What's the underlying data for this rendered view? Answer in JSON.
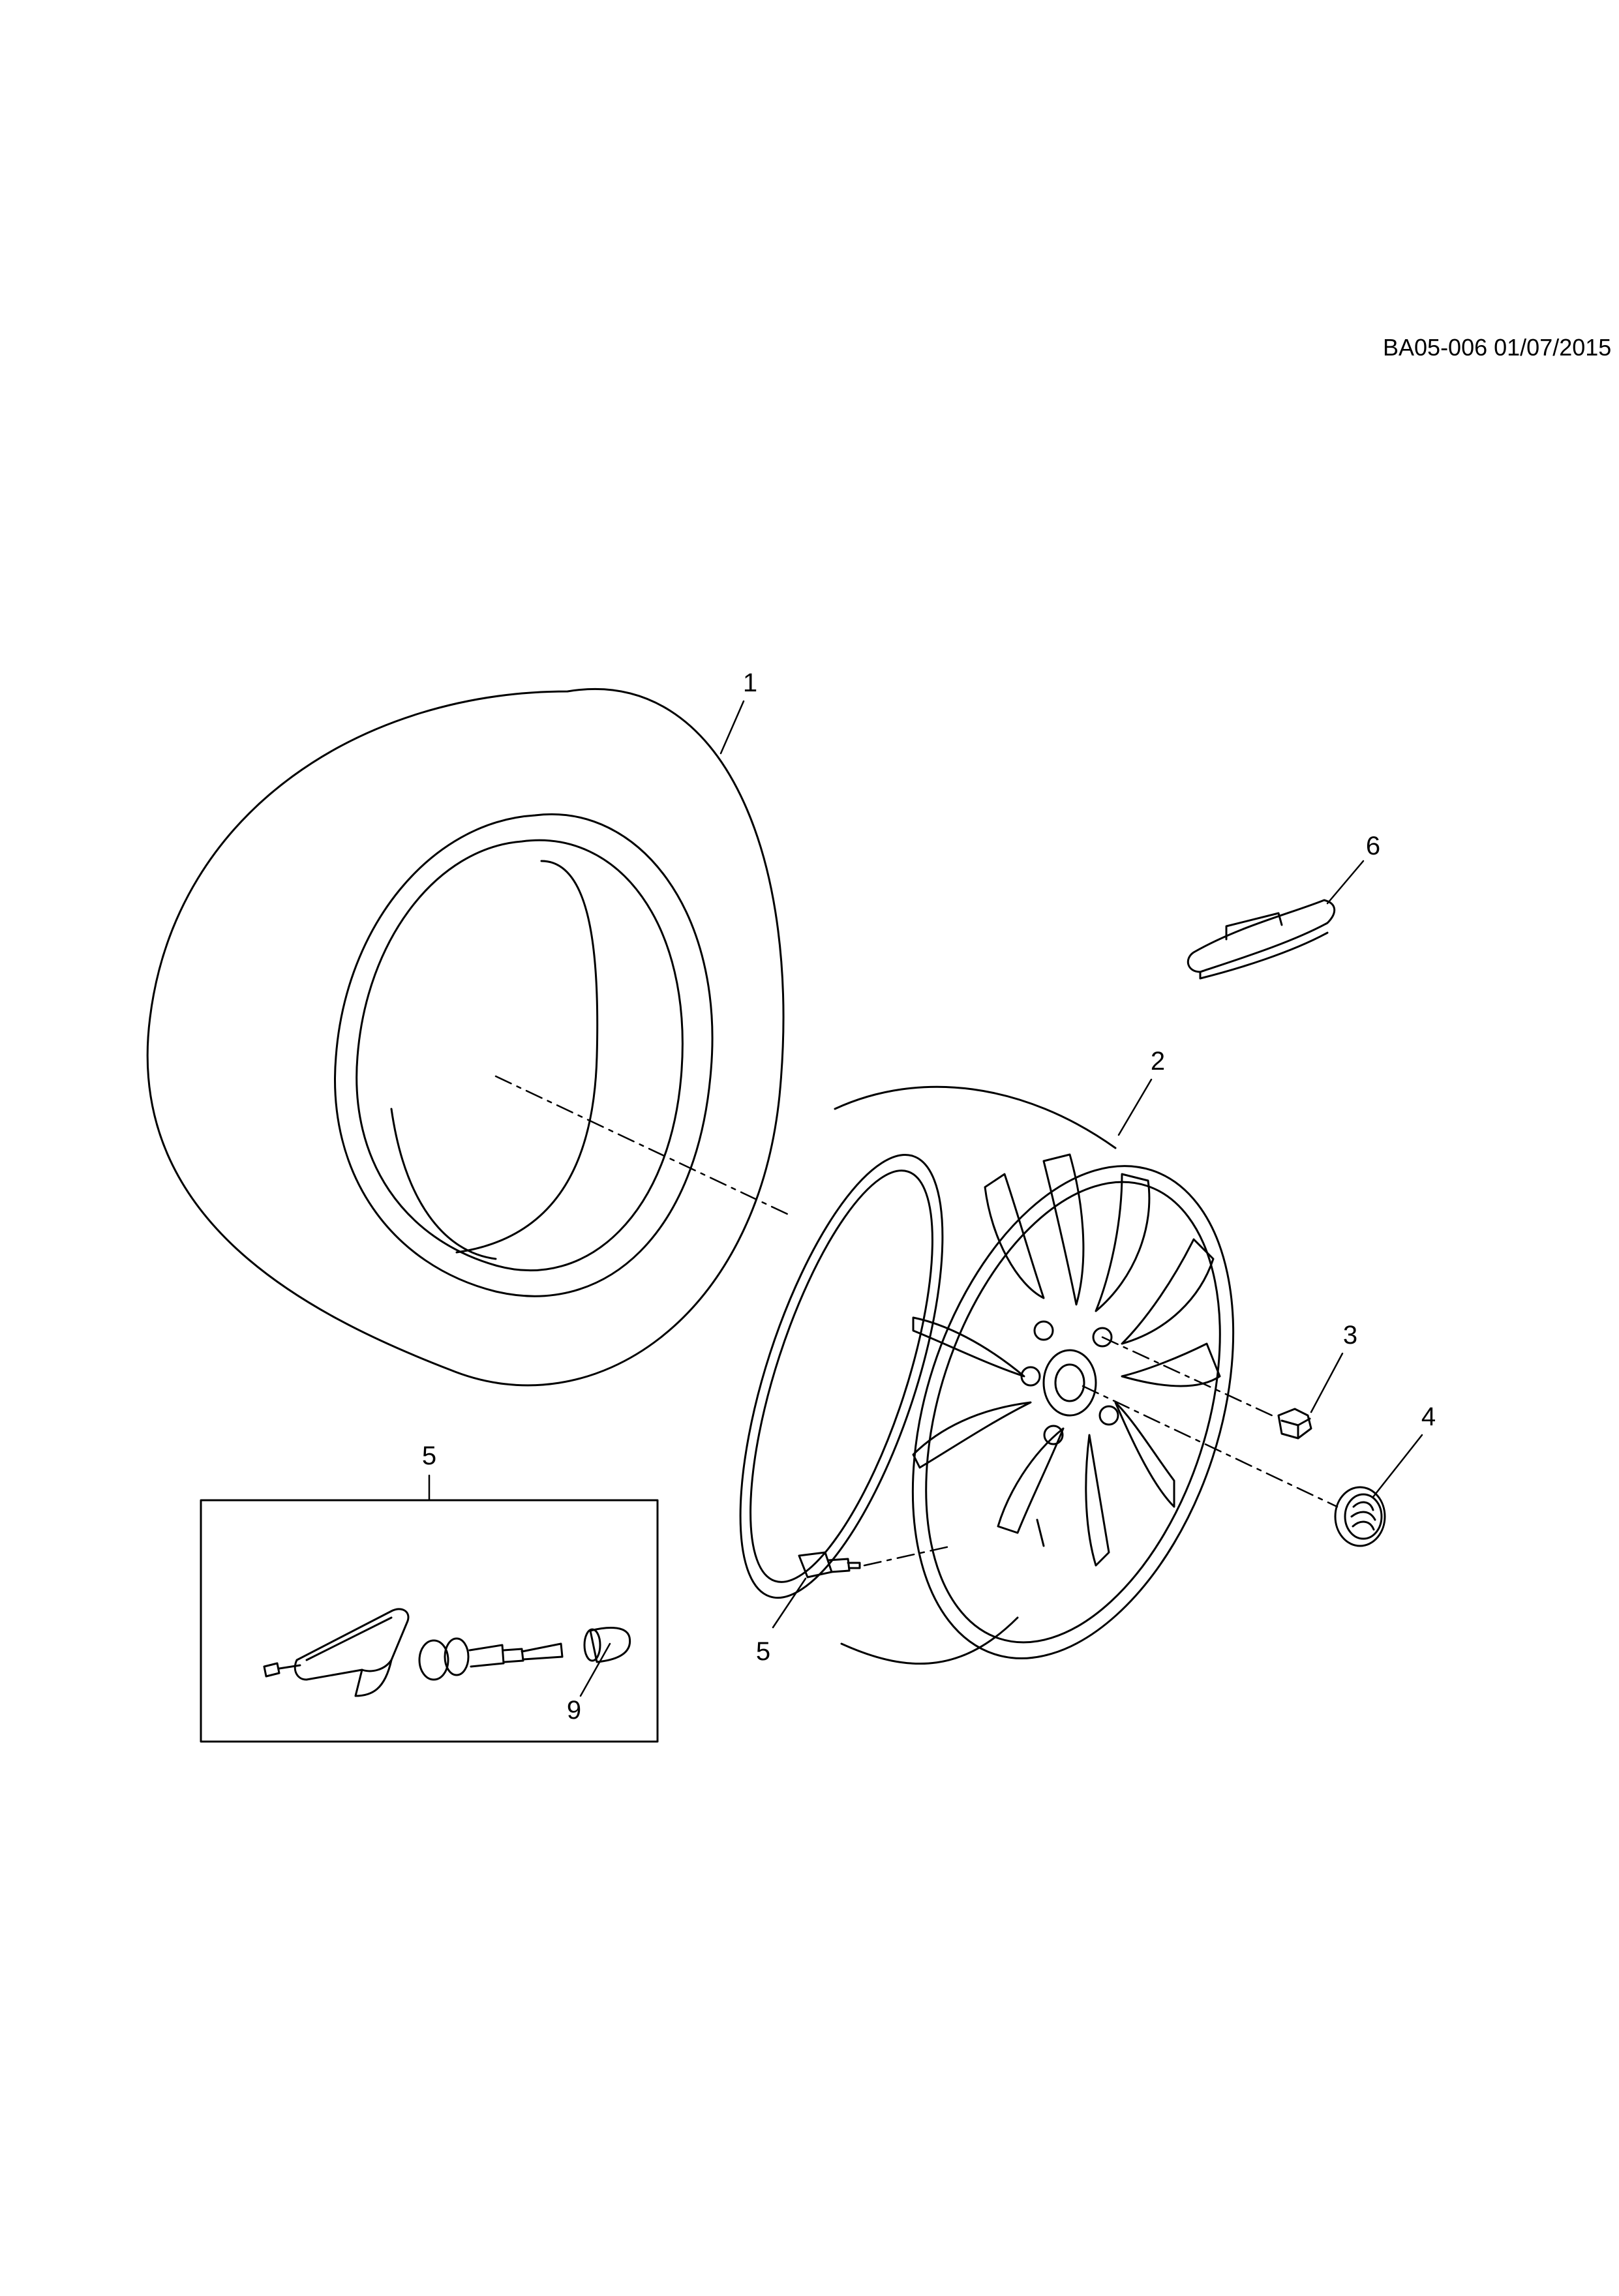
{
  "diagram": {
    "ref_code": "BA05-006 01/07/2015",
    "callouts": [
      {
        "id": "tire",
        "label": "1"
      },
      {
        "id": "wheel",
        "label": "2"
      },
      {
        "id": "wheel-nut",
        "label": "3"
      },
      {
        "id": "center-cap",
        "label": "4"
      },
      {
        "id": "tpms-sensor",
        "label": "5"
      },
      {
        "id": "balance-weight",
        "label": "6"
      },
      {
        "id": "tpms-kit",
        "label": "5"
      },
      {
        "id": "valve-cap",
        "label": "9"
      }
    ],
    "colors": {
      "line": "#000000",
      "background": "#ffffff"
    }
  }
}
